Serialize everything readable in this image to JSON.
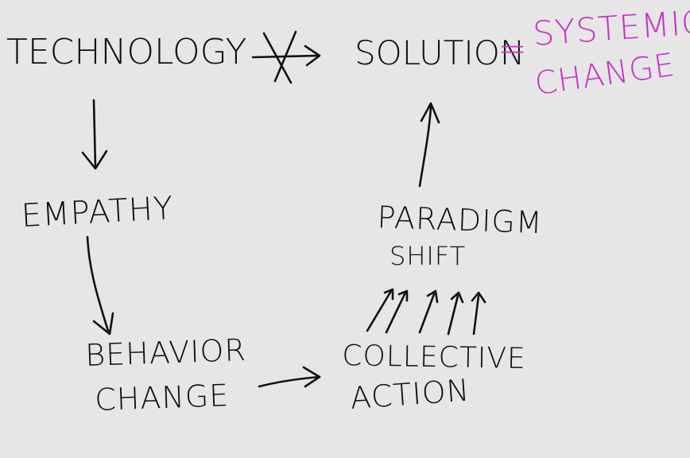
{
  "diagram": {
    "nodes": {
      "technology": "TECHNOLOGY",
      "solution": "SOLUTION",
      "equals": "=",
      "systemic_line1": "SYSTEMIC",
      "systemic_line2": "CHANGE",
      "empathy": "EMPATHY",
      "paradigm_line1": "PARADIGM",
      "paradigm_line2": "SHIFT",
      "behavior_line1": "BEHAVIOR",
      "behavior_line2": "CHANGE",
      "collective_line1": "COLLECTIVE",
      "collective_line2": "ACTION"
    },
    "colors": {
      "ink": "#111111",
      "accent": "#c832c8",
      "background": "#e6e6e6"
    }
  }
}
